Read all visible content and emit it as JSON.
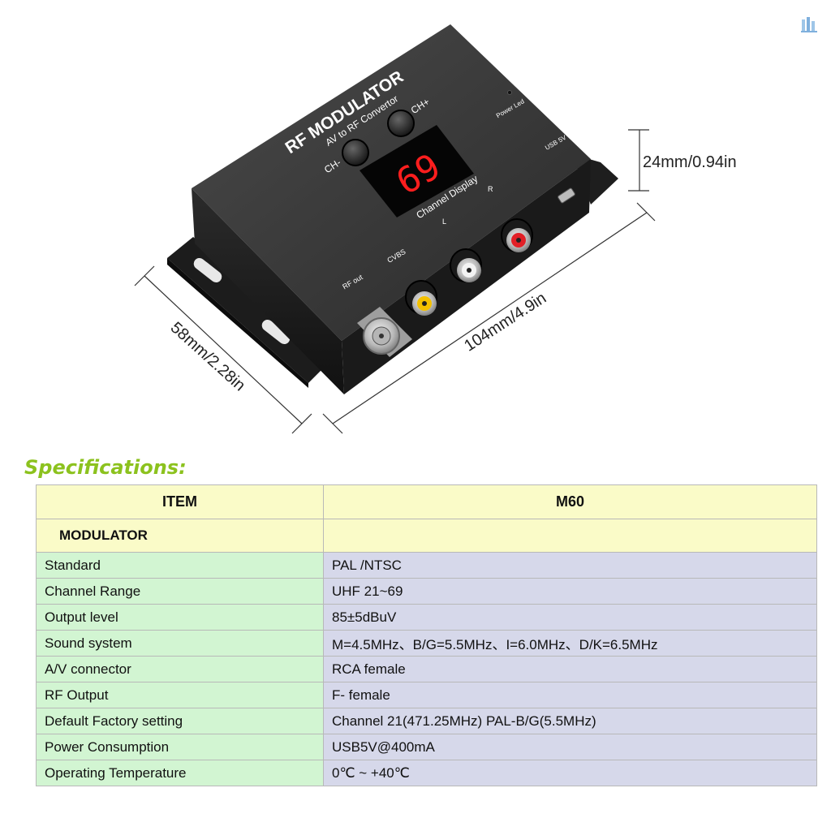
{
  "figure": {
    "panel_title": "RF MODULATOR",
    "panel_subtitle": "AV to RF Convertor",
    "btn_ch_minus": "CH-",
    "btn_ch_plus": "CH+",
    "display_digits": "69",
    "display_label": "Channel Display",
    "power_led_label": "Power Led",
    "usb_label": "USB 5V",
    "port_rf_out": "RF out",
    "port_cvbs": "CVBS",
    "port_l": "L",
    "port_r": "R",
    "dim_height": "24mm/0.94in",
    "dim_length": "104mm/4.9in",
    "dim_width": "58mm/2.28in"
  },
  "specs": {
    "heading": "Specifications:",
    "col_item": "ITEM",
    "col_model": "M60",
    "section": "MODULATOR",
    "rows": [
      {
        "k": "Standard",
        "v": "PAL /NTSC"
      },
      {
        "k": "Channel Range",
        "v": "UHF 21~69"
      },
      {
        "k": "Output level",
        "v": "85±5dBuV"
      },
      {
        "k": "Sound system",
        "v": "M=4.5MHz、B/G=5.5MHz、I=6.0MHz、D/K=6.5MHz"
      },
      {
        "k": "A/V connector",
        "v": "RCA female"
      },
      {
        "k": "RF Output",
        "v": "F- female"
      },
      {
        "k": "Default Factory setting",
        "v": "Channel 21(471.25MHz) PAL-B/G(5.5MHz)"
      },
      {
        "k": "Power Consumption",
        "v": "USB5V@400mA"
      },
      {
        "k": "Operating Temperature",
        "v": "0℃ ~ +40℃"
      }
    ]
  }
}
